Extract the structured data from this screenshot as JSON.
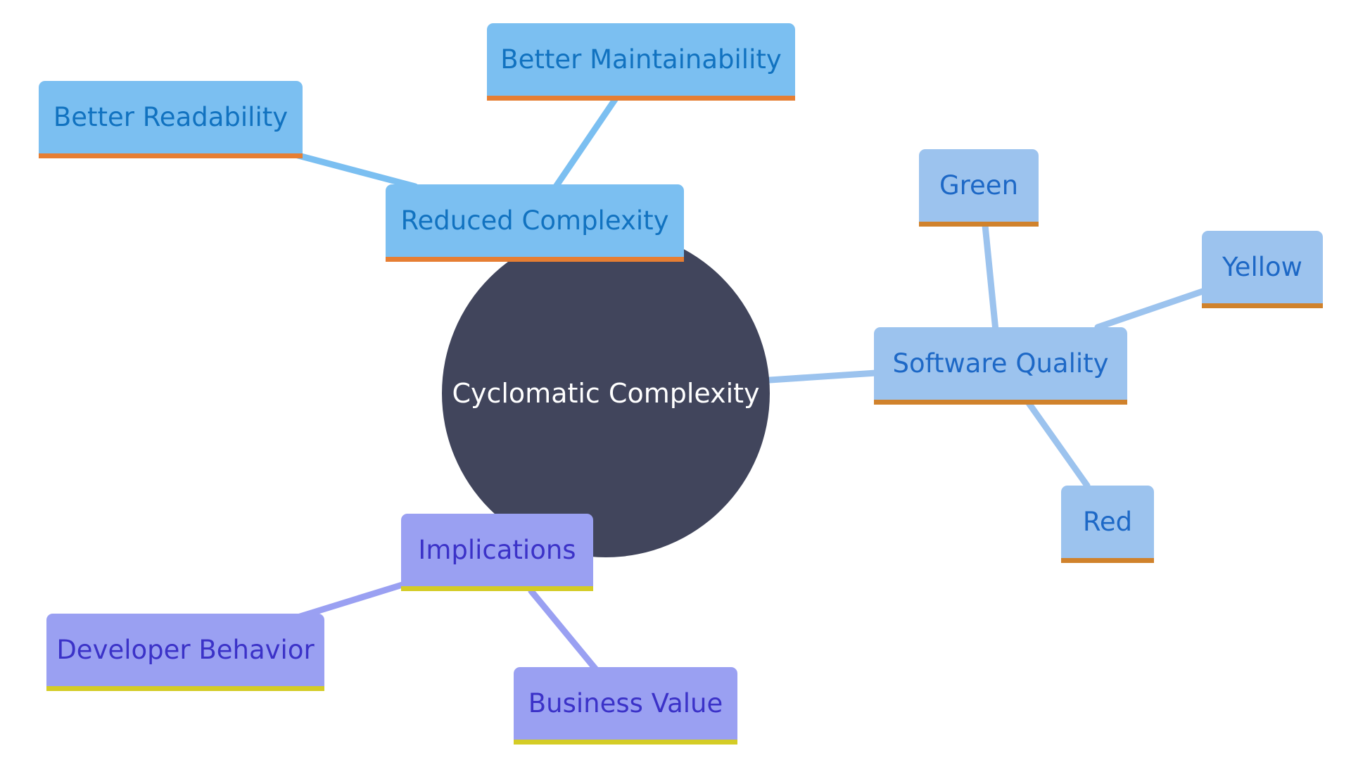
{
  "root": {
    "label": "Cyclomatic Complexity"
  },
  "branches": {
    "reduced_complexity": {
      "label": "Reduced Complexity",
      "children": [
        "Better Readability",
        "Better Maintainability"
      ]
    },
    "software_quality": {
      "label": "Software Quality",
      "children": [
        "Green",
        "Yellow",
        "Red"
      ]
    },
    "implications": {
      "label": "Implications",
      "children": [
        "Developer Behavior",
        "Business Value"
      ]
    }
  },
  "colors": {
    "root_fill": "#41455c",
    "root_text": "#ffffff",
    "reduced_fill": "#7bbff1",
    "reduced_text": "#1172c0",
    "reduced_accent": "#e67e33",
    "quality_fill": "#9cc3ee",
    "quality_text": "#1d68c6",
    "quality_accent": "#d0822c",
    "implications_fill": "#9aa0f2",
    "implications_text": "#3b32c8",
    "implications_accent": "#d4cc26"
  }
}
